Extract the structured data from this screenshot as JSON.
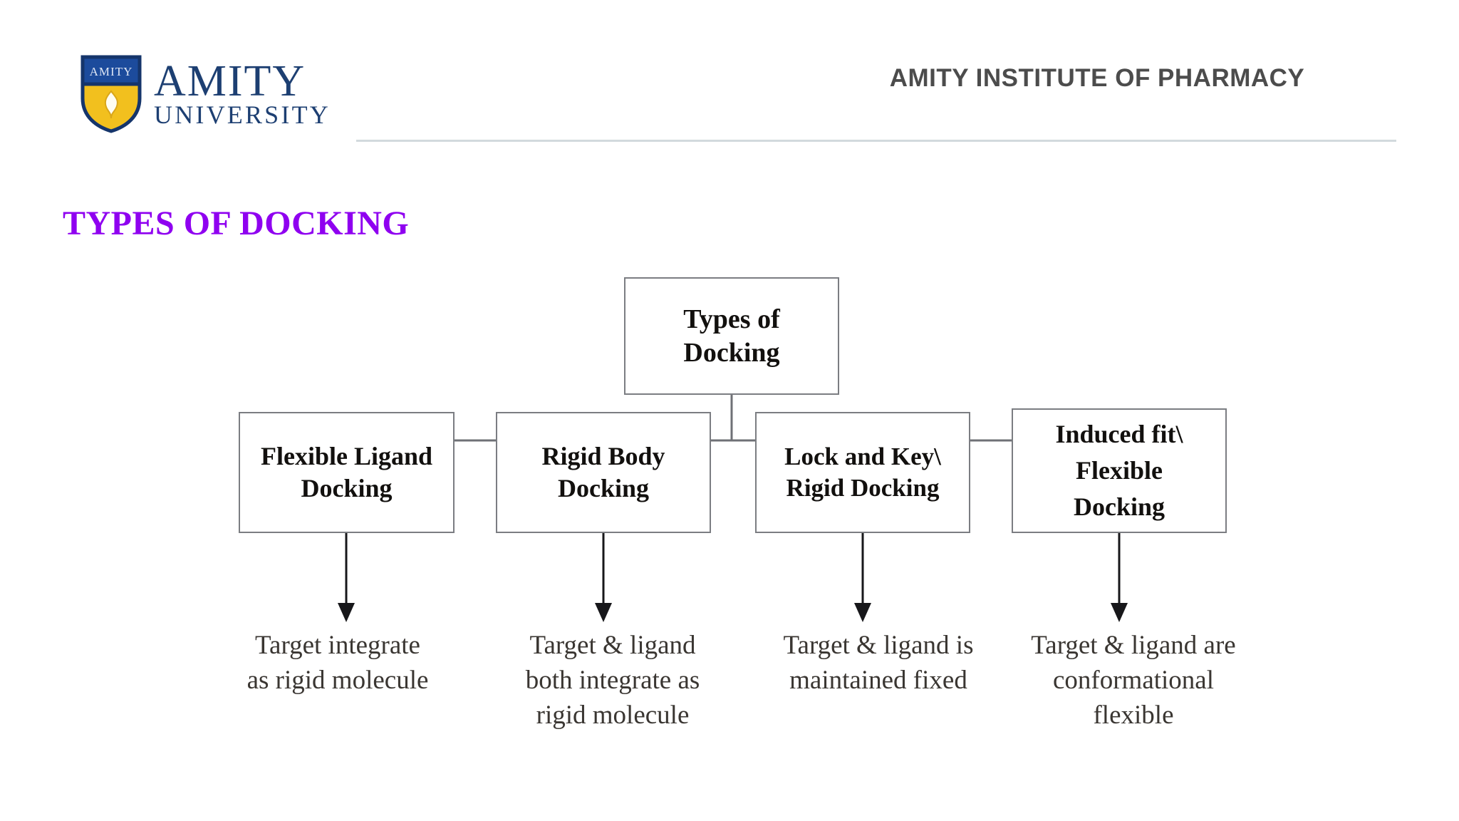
{
  "header": {
    "logo": {
      "shield_text": "AMITY",
      "wordmark_top": "AMITY",
      "wordmark_bottom": "UNIVERSITY",
      "brand_blue": "#1d3f72",
      "brand_gold": "#f2c01e"
    },
    "institute_title": "AMITY INSTITUTE OF PHARMACY",
    "rule_color": "#d2dadd"
  },
  "slide": {
    "title": "TYPES OF DOCKING",
    "title_color": "#8f00f0"
  },
  "diagram": {
    "type": "tree",
    "root": {
      "line1": "Types of",
      "line2": "Docking"
    },
    "children": [
      {
        "line1": "Flexible Ligand",
        "line2": "Docking",
        "line3": "",
        "caption": {
          "line1": "Target integrate",
          "line2": "as rigid molecule",
          "line3": ""
        }
      },
      {
        "line1": "Rigid Body",
        "line2": "Docking",
        "line3": "",
        "caption": {
          "line1": "Target & ligand",
          "line2": "both integrate as",
          "line3": "rigid molecule"
        }
      },
      {
        "line1": "Lock and Key\\",
        "line2": "Rigid Docking",
        "line3": "",
        "caption": {
          "line1": "Target & ligand is",
          "line2": "maintained fixed",
          "line3": ""
        }
      },
      {
        "line1": "Induced fit\\",
        "line2": "Flexible",
        "line3": "Docking",
        "caption": {
          "line1": "Target & ligand are",
          "line2": "conformational",
          "line3": "flexible"
        }
      }
    ],
    "line_color": "#6f7176",
    "arrow_color": "#17171a",
    "box_border_color": "#7b7d82"
  }
}
